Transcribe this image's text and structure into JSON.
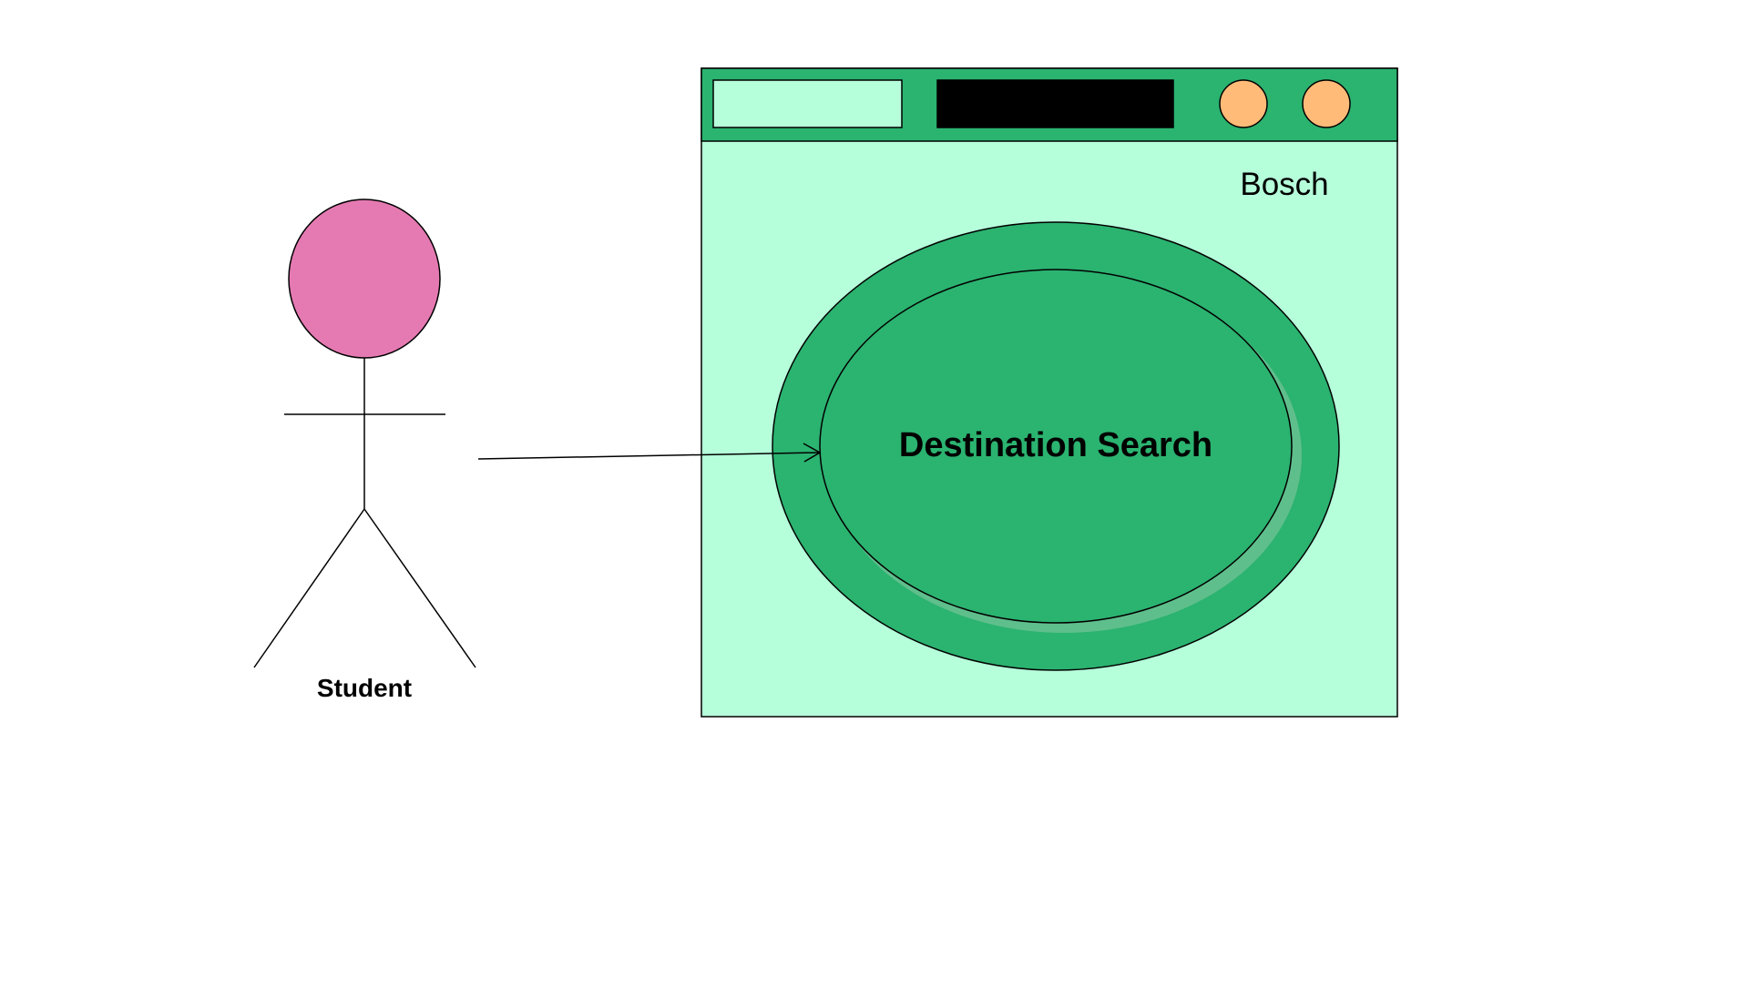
{
  "diagram": {
    "actor": {
      "label": "Student",
      "head_color": "#e57ab2"
    },
    "machine": {
      "brand": "Bosch",
      "use_case_label": "Destination Search",
      "colors": {
        "body": "#b6ffdb",
        "panel": "#2bb370",
        "display": "#000000",
        "knob": "#ffbb77",
        "drum": "#2bb370",
        "shadow": "#5fbf8c",
        "outline": "#000000"
      }
    },
    "relation": {
      "type": "association-arrow",
      "from": "Student",
      "to": "Destination Search"
    }
  }
}
